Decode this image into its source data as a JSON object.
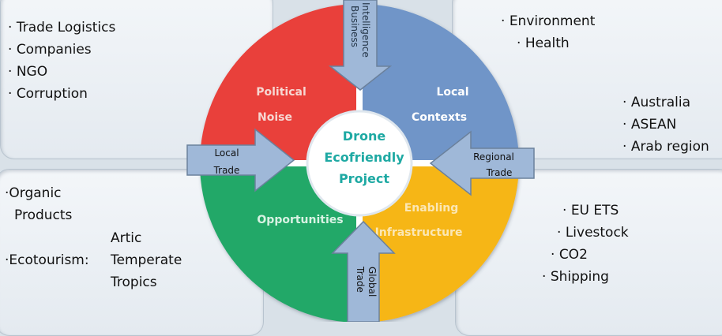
{
  "center": {
    "line1": "Drone",
    "line2": "Ecofriendly",
    "line3": "Project"
  },
  "quadrants": {
    "political": {
      "line1": "Political",
      "line2": "Noise",
      "color": "#e9403b"
    },
    "local_contexts": {
      "line1": "Local",
      "line2": "Contexts",
      "color": "#6f95c8"
    },
    "opportunities": {
      "label": "Opportunities",
      "color": "#23a868"
    },
    "enabling": {
      "line1": "Enabling",
      "line2": "Infrastructure",
      "color": "#f6b619"
    }
  },
  "arrows": {
    "top": {
      "line1": "Business",
      "line2": "Intelligence"
    },
    "left": {
      "line1": "Local",
      "line2": "Trade"
    },
    "right": {
      "line1": "Regional",
      "line2": "Trade"
    },
    "bottom": {
      "line1": "Global",
      "line2": "Trade"
    },
    "fill": "#9fb8d8"
  },
  "top_left": {
    "items": [
      "Trade Logistics",
      "Companies",
      "NGO",
      "Corruption"
    ]
  },
  "top_right": {
    "items_upper": [
      "Environment",
      "Health"
    ],
    "items_lower": [
      "Australia",
      "ASEAN",
      "Arab region"
    ]
  },
  "bottom_left": {
    "organic_line1": "Organic",
    "organic_line2": "Products",
    "ecotourism": "Ecotourism:",
    "climates": [
      "Artic",
      "Temperate",
      "Tropics"
    ]
  },
  "bottom_right": {
    "items": [
      "EU ETS",
      "Livestock",
      "CO2",
      "Shipping"
    ]
  },
  "bullet": "·"
}
